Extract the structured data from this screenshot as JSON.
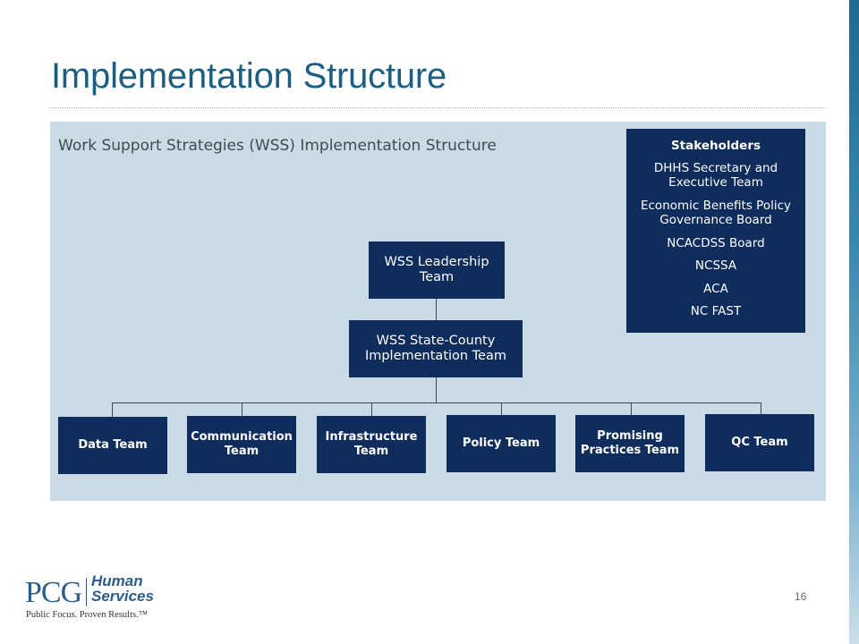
{
  "slide": {
    "title": "Implementation Structure",
    "page_number": "16"
  },
  "diagram": {
    "title": "Work Support Strategies (WSS) Implementation Structure",
    "leadership": [
      "WSS Leadership",
      "Team"
    ],
    "state_county": [
      "WSS State-County",
      "Implementation Team"
    ],
    "teams": [
      [
        "Data Team"
      ],
      [
        "Communication",
        "Team"
      ],
      [
        "Infrastructure",
        "Team"
      ],
      [
        "Policy Team"
      ],
      [
        "Promising",
        "Practices Team"
      ],
      [
        "QC Team"
      ]
    ],
    "stakeholders": {
      "heading": "Stakeholders",
      "items": [
        [
          "DHHS Secretary and",
          "Executive Team"
        ],
        [
          "Economic Benefits Policy",
          "Governance Board"
        ],
        [
          "NCACDSS Board"
        ],
        [
          "NCSSA"
        ],
        [
          "ACA"
        ],
        [
          "NC FAST"
        ]
      ]
    }
  },
  "logo": {
    "brand": "PCG",
    "line1": "Human",
    "line2": "Services",
    "tagline": "Public Focus. Proven Results.™"
  },
  "colors": {
    "title": "#1b5e82",
    "box": "#0f2d5c",
    "diagram_bg": "#c9dbe5"
  }
}
